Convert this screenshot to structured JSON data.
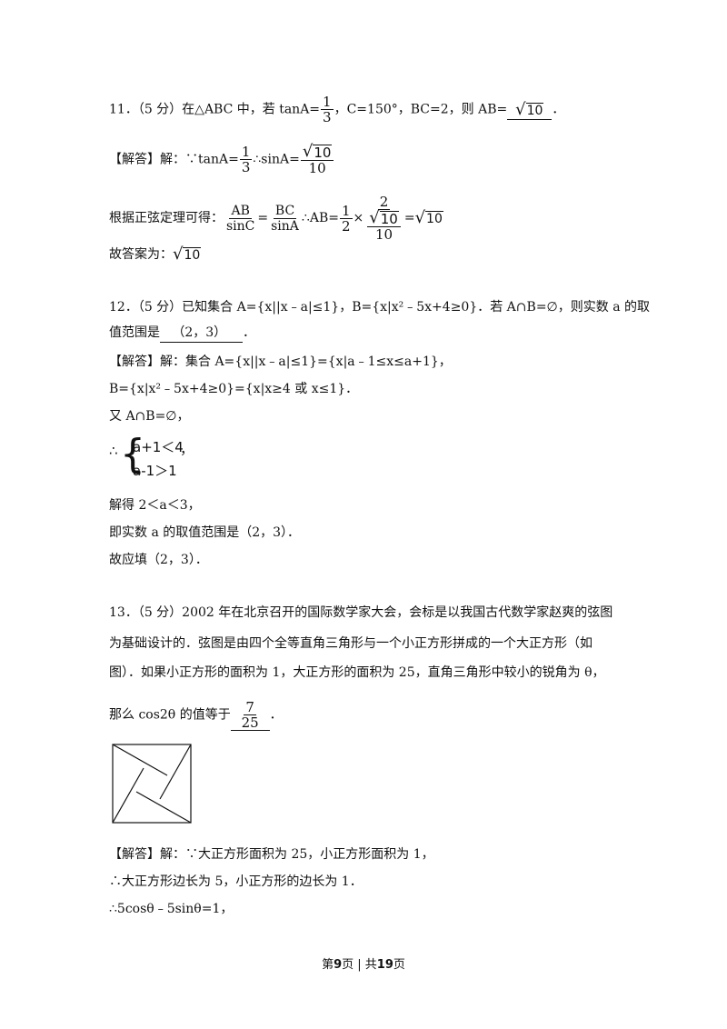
{
  "q11": {
    "prefix": "11．（5 分）在△ABC 中，若 tanA=",
    "frac_num": "1",
    "frac_den": "3",
    "middle": "，C=150°，BC=2，则 AB=",
    "answer": "10",
    "end": "．"
  },
  "q11_sol": {
    "label": "【解答】解：∵tanA=",
    "frac1_num": "1",
    "frac1_den": "3",
    "mid": "∴sinA=",
    "frac2_num": "10",
    "frac2_den": "10"
  },
  "q11_law": {
    "text": "根据正弦定理可得：",
    "f1_num": "AB",
    "f1_den": "sinC",
    "eq": "=",
    "f2_num": "BC",
    "f2_den": "sinA",
    "therefore": "∴AB=",
    "f3_num": "1",
    "f3_den": "2",
    "times": "×",
    "f4_num": "2",
    "f4_den_rad": "10",
    "f4_den_den": "10",
    "eq2": "=",
    "result": "10"
  },
  "q11_ans": {
    "text": "故答案为：",
    "rad": "10"
  },
  "q12": {
    "line1": "12．（5 分）已知集合 A={x||x﹣a|≤1}，B={x|x²﹣5x+4≥0}．若 A∩B=∅，则实数 a 的取",
    "line2_prefix": "值范围是",
    "answer": "（2，3）",
    "line2_end": "．"
  },
  "q12_sol": {
    "l1": "【解答】解：集合 A={x||x﹣a|≤1}={x|a﹣1≤x≤a+1}，",
    "l2": "B={x|x²﹣5x+4≥0}={x|x≥4 或 x≤1}．",
    "l3": "又 A∩B=∅，",
    "therefore": "∴",
    "sys1": "a+1＜4",
    "sys2": "a-1＞1",
    "comma": "，",
    "l4": "解得 2＜a＜3，",
    "l5": "即实数 a 的取值范围是（2，3）．",
    "l6": "故应填（2，3）．"
  },
  "q13": {
    "l1": "13．（5 分）2002 年在北京召开的国际数学家大会，会标是以我国古代数学家赵爽的弦图",
    "l2": "为基础设计的．弦图是由四个全等直角三角形与一个小正方形拼成的一个大正方形（如",
    "l3": "图）．如果小正方形的面积为 1，大正方形的面积为 25，直角三角形中较小的锐角为 θ，",
    "l4_prefix": "那么 cos2θ 的值等于",
    "ans_num": "7",
    "ans_den": "25",
    "l4_end": "．"
  },
  "q13_sol": {
    "l1": "【解答】解：∵大正方形面积为 25，小正方形面积为 1，",
    "l2": "∴大正方形边长为 5，小正方形的边长为 1．",
    "l3": "∴5cosθ﹣5sinθ=1，"
  },
  "footer": {
    "prefix": "第",
    "page": "9",
    "mid": "页  |  共",
    "total": "19",
    "suffix": "页"
  }
}
